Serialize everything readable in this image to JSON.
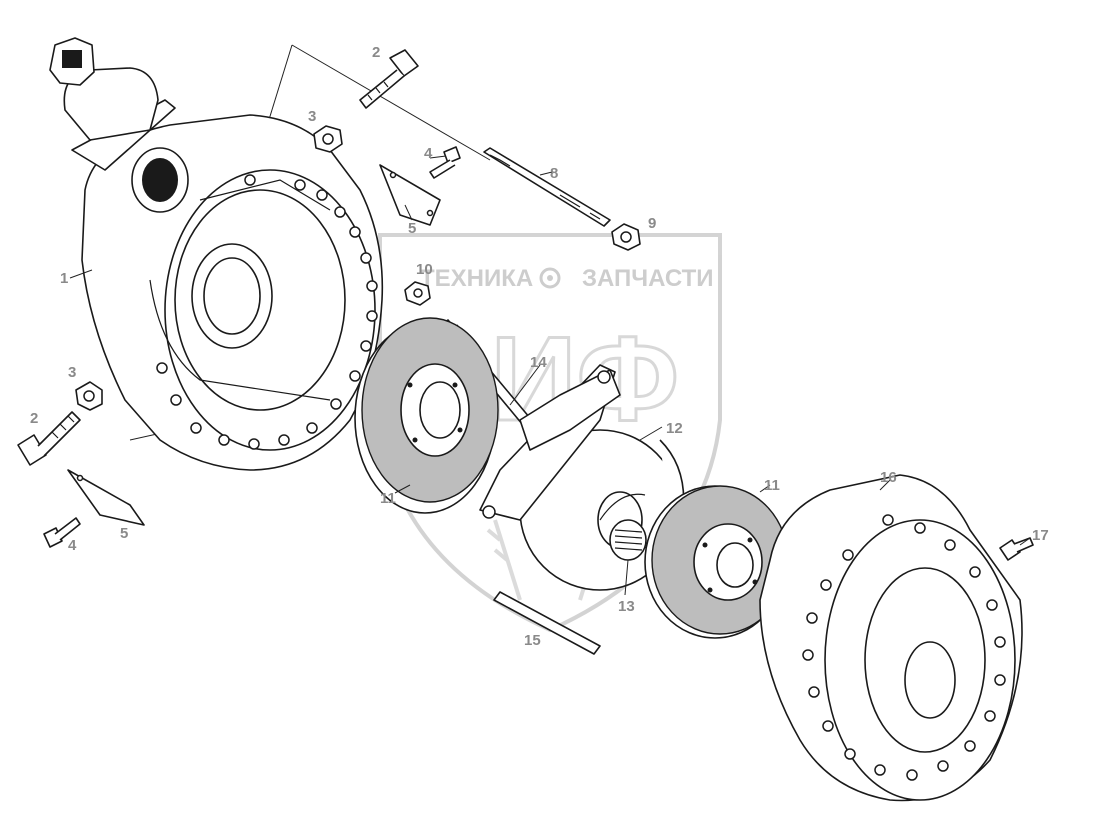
{
  "watermark": {
    "brand_left": "ТЕХНИКА",
    "brand_right": "ЗАПЧАСТИ",
    "monogram": "ЭИФ"
  },
  "callouts": [
    {
      "id": "c1",
      "text": "1"
    },
    {
      "id": "c2a",
      "text": "2"
    },
    {
      "id": "c2b",
      "text": "2"
    },
    {
      "id": "c3a",
      "text": "3"
    },
    {
      "id": "c3b",
      "text": "3"
    },
    {
      "id": "c4a",
      "text": "4"
    },
    {
      "id": "c4b",
      "text": "4"
    },
    {
      "id": "c5a",
      "text": "5"
    },
    {
      "id": "c5b",
      "text": "5"
    },
    {
      "id": "c8",
      "text": "8"
    },
    {
      "id": "c9",
      "text": "9"
    },
    {
      "id": "c10",
      "text": "10"
    },
    {
      "id": "c11a",
      "text": "11"
    },
    {
      "id": "c11b",
      "text": "11"
    },
    {
      "id": "c12",
      "text": "12"
    },
    {
      "id": "c13",
      "text": "13"
    },
    {
      "id": "c14",
      "text": "14"
    },
    {
      "id": "c15",
      "text": "15"
    },
    {
      "id": "c16",
      "text": "16"
    },
    {
      "id": "c17",
      "text": "17"
    }
  ]
}
